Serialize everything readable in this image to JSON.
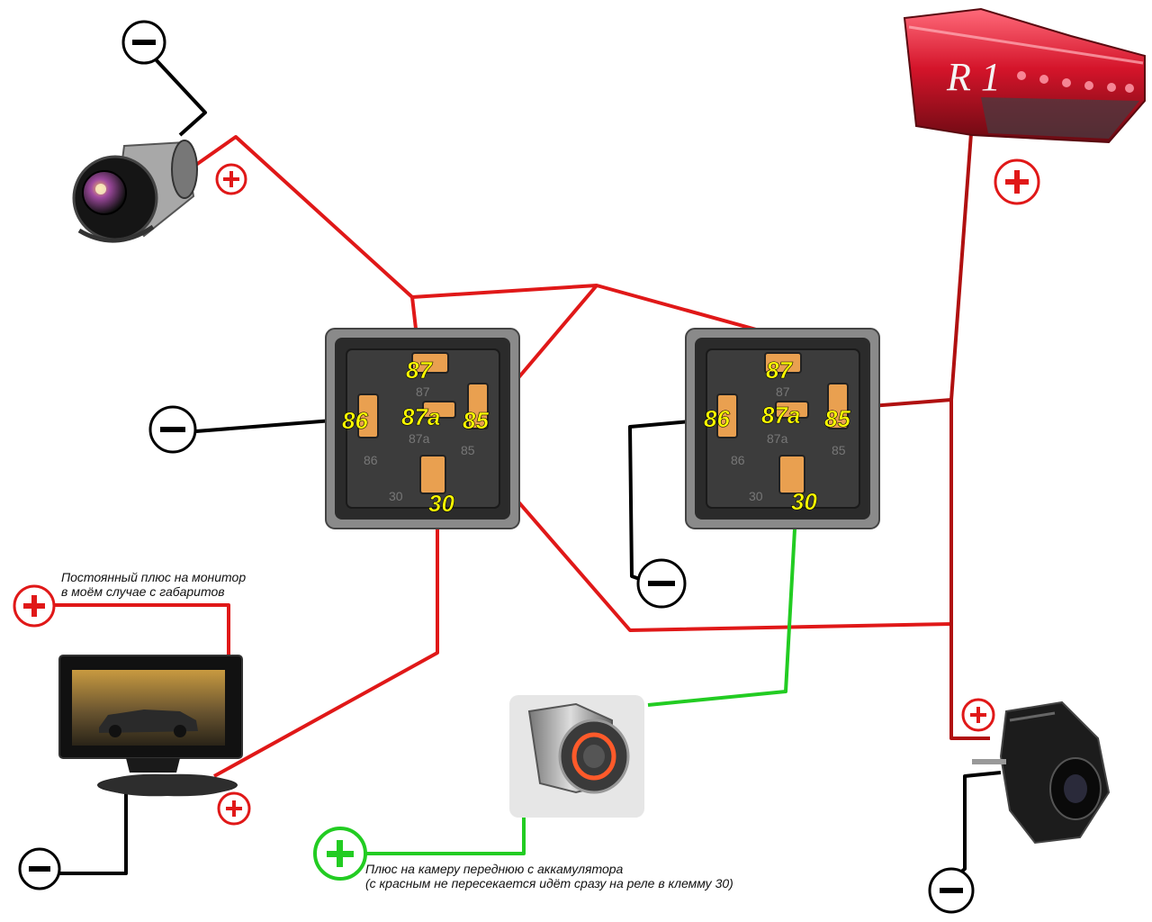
{
  "relay_left": {
    "pins": [
      "87",
      "87a",
      "85",
      "86",
      "30"
    ],
    "embossed": [
      "87",
      "87a",
      "85",
      "86",
      "30"
    ]
  },
  "relay_right": {
    "pins": [
      "87",
      "87a",
      "85",
      "86",
      "30"
    ],
    "embossed": [
      "87",
      "87a",
      "85",
      "86",
      "30"
    ]
  },
  "notes": {
    "monitor_plus_line1": "Постоянный плюс на монитор",
    "monitor_plus_line2": "в моём случае с габаритов",
    "front_cam_line1": "Плюс на камеру переднюю с аккамулятора",
    "front_cam_line2": "(с красным не пересекается идёт сразу на реле в клемму 30)"
  },
  "tail_light_marking": "R 1",
  "signs": {
    "plus": "+",
    "minus": "−"
  },
  "colors": {
    "plus_wire": "#e01818",
    "brake_wire": "#b01010",
    "minus_wire": "#000000",
    "switch_wire": "#22cc22"
  },
  "icons": [
    "front-camera-icon",
    "tail-light-icon",
    "relay-icon",
    "monitor-icon",
    "push-button-switch-icon",
    "rear-camera-icon"
  ]
}
